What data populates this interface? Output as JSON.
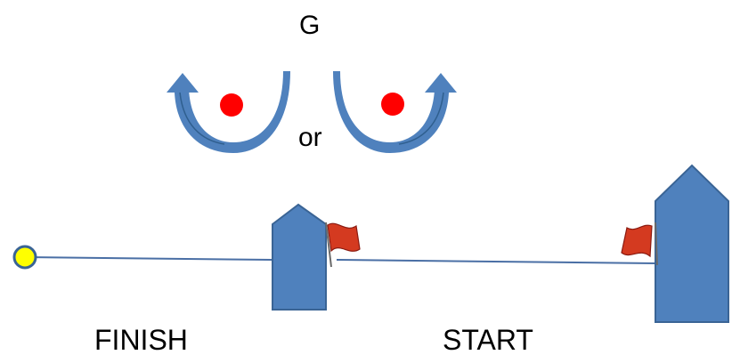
{
  "labels": {
    "top": "G",
    "middle": "or",
    "left": "FINISH",
    "right": "START"
  },
  "colors": {
    "boat": "#4f81bd",
    "boat_edge": "#3a6495",
    "arrow": "#4f81bd",
    "arrow_dark": "#2f5f8f",
    "ball": "#ff0000",
    "line": "#4a6fa5",
    "buoy": "#ffff00",
    "flag": "#d43a20",
    "flag_dark": "#8a1a10"
  },
  "icons": {
    "left_arrow": "u-turn-arrow-left-icon",
    "right_arrow": "u-turn-arrow-right-icon",
    "flag": "red-flag-icon",
    "buoy": "yellow-buoy-icon"
  }
}
